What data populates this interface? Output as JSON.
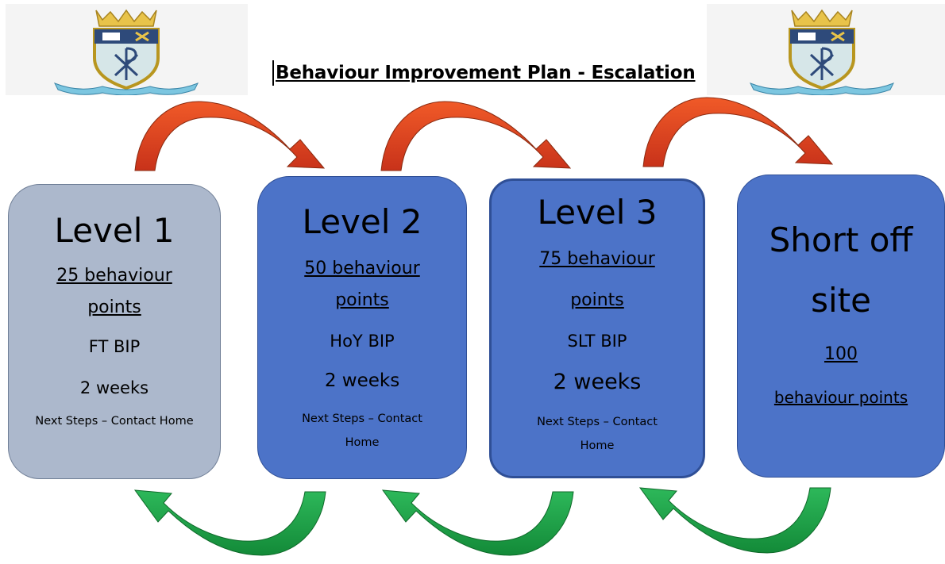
{
  "title": "Behaviour Improvement Plan - Escalation",
  "colors": {
    "level1_bg": "#acb8cc",
    "level_bg": "#4c73c8",
    "escalation_arrow": "#d9401a",
    "deescalation_arrow": "#1fa548"
  },
  "icons": [
    "school-crest-icon",
    "escalation-arrow-icon",
    "deescalation-arrow-icon"
  ],
  "levels": [
    {
      "heading": "Level 1",
      "points_line1": "25 behaviour",
      "points_line2": "points",
      "plan": "FT BIP",
      "duration": "2 weeks",
      "next_steps": "Next Steps – Contact Home",
      "next_steps_line2": ""
    },
    {
      "heading": "Level 2",
      "points_line1": "50 behaviour",
      "points_line2": "points",
      "plan": "HoY BIP",
      "duration": "2 weeks",
      "next_steps": "Next Steps – Contact",
      "next_steps_line2": "Home"
    },
    {
      "heading": "Level 3",
      "points_line1": "75 behaviour",
      "points_line2": "points",
      "plan": "SLT BIP",
      "duration": "2 weeks",
      "next_steps": "Next Steps – Contact",
      "next_steps_line2": "Home"
    },
    {
      "heading_line1": "Short off",
      "heading_line2": "site",
      "points_line1": "100",
      "points_line2": "behaviour points"
    }
  ]
}
